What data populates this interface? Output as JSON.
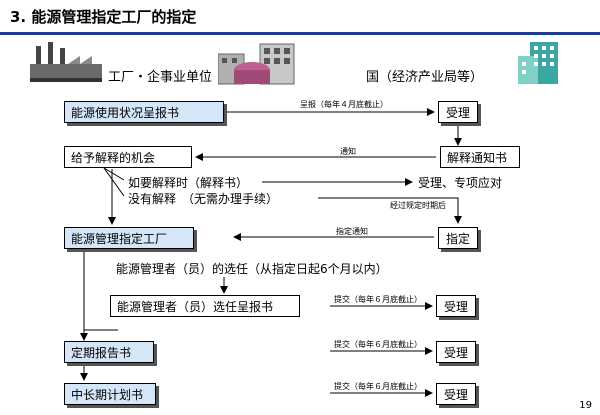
{
  "title": "3.  能源管理指定工厂的指定",
  "page_number": "19",
  "actors": {
    "left": "工厂・企事业单位",
    "right": "国（经济产业局等）"
  },
  "boxes": {
    "report_usage": "能源使用状况呈报书",
    "accept1": "受理",
    "give_chance": "给予解释的机会",
    "explain_notice": "解释通知书",
    "designated_factory": "能源管理指定工厂",
    "designate": "指定",
    "manager_report": "能源管理者（员）选任呈报书",
    "accept2": "受理",
    "periodic_report": "定期报告书",
    "accept3": "受理",
    "long_plan": "中长期计划书",
    "accept4": "受理"
  },
  "texts": {
    "if_explain": "如要解释时（解释书）",
    "no_explain": "没有解释　（无需办理手续）",
    "accept_special": "受理、专项应对",
    "manager_select": "能源管理者（员）的选任（从指定日起6个月以内）"
  },
  "arrow_labels": {
    "submit_report": "呈报（每年４月底截止）",
    "notify": "通知",
    "after_period": "经过规定时期后",
    "designate_notify": "指定通知",
    "submit_june_1": "提交（每年６月底截止）",
    "submit_june_2": "提交（每年６月底截止）",
    "submit_june_3": "提交（每年６月底截止）"
  }
}
